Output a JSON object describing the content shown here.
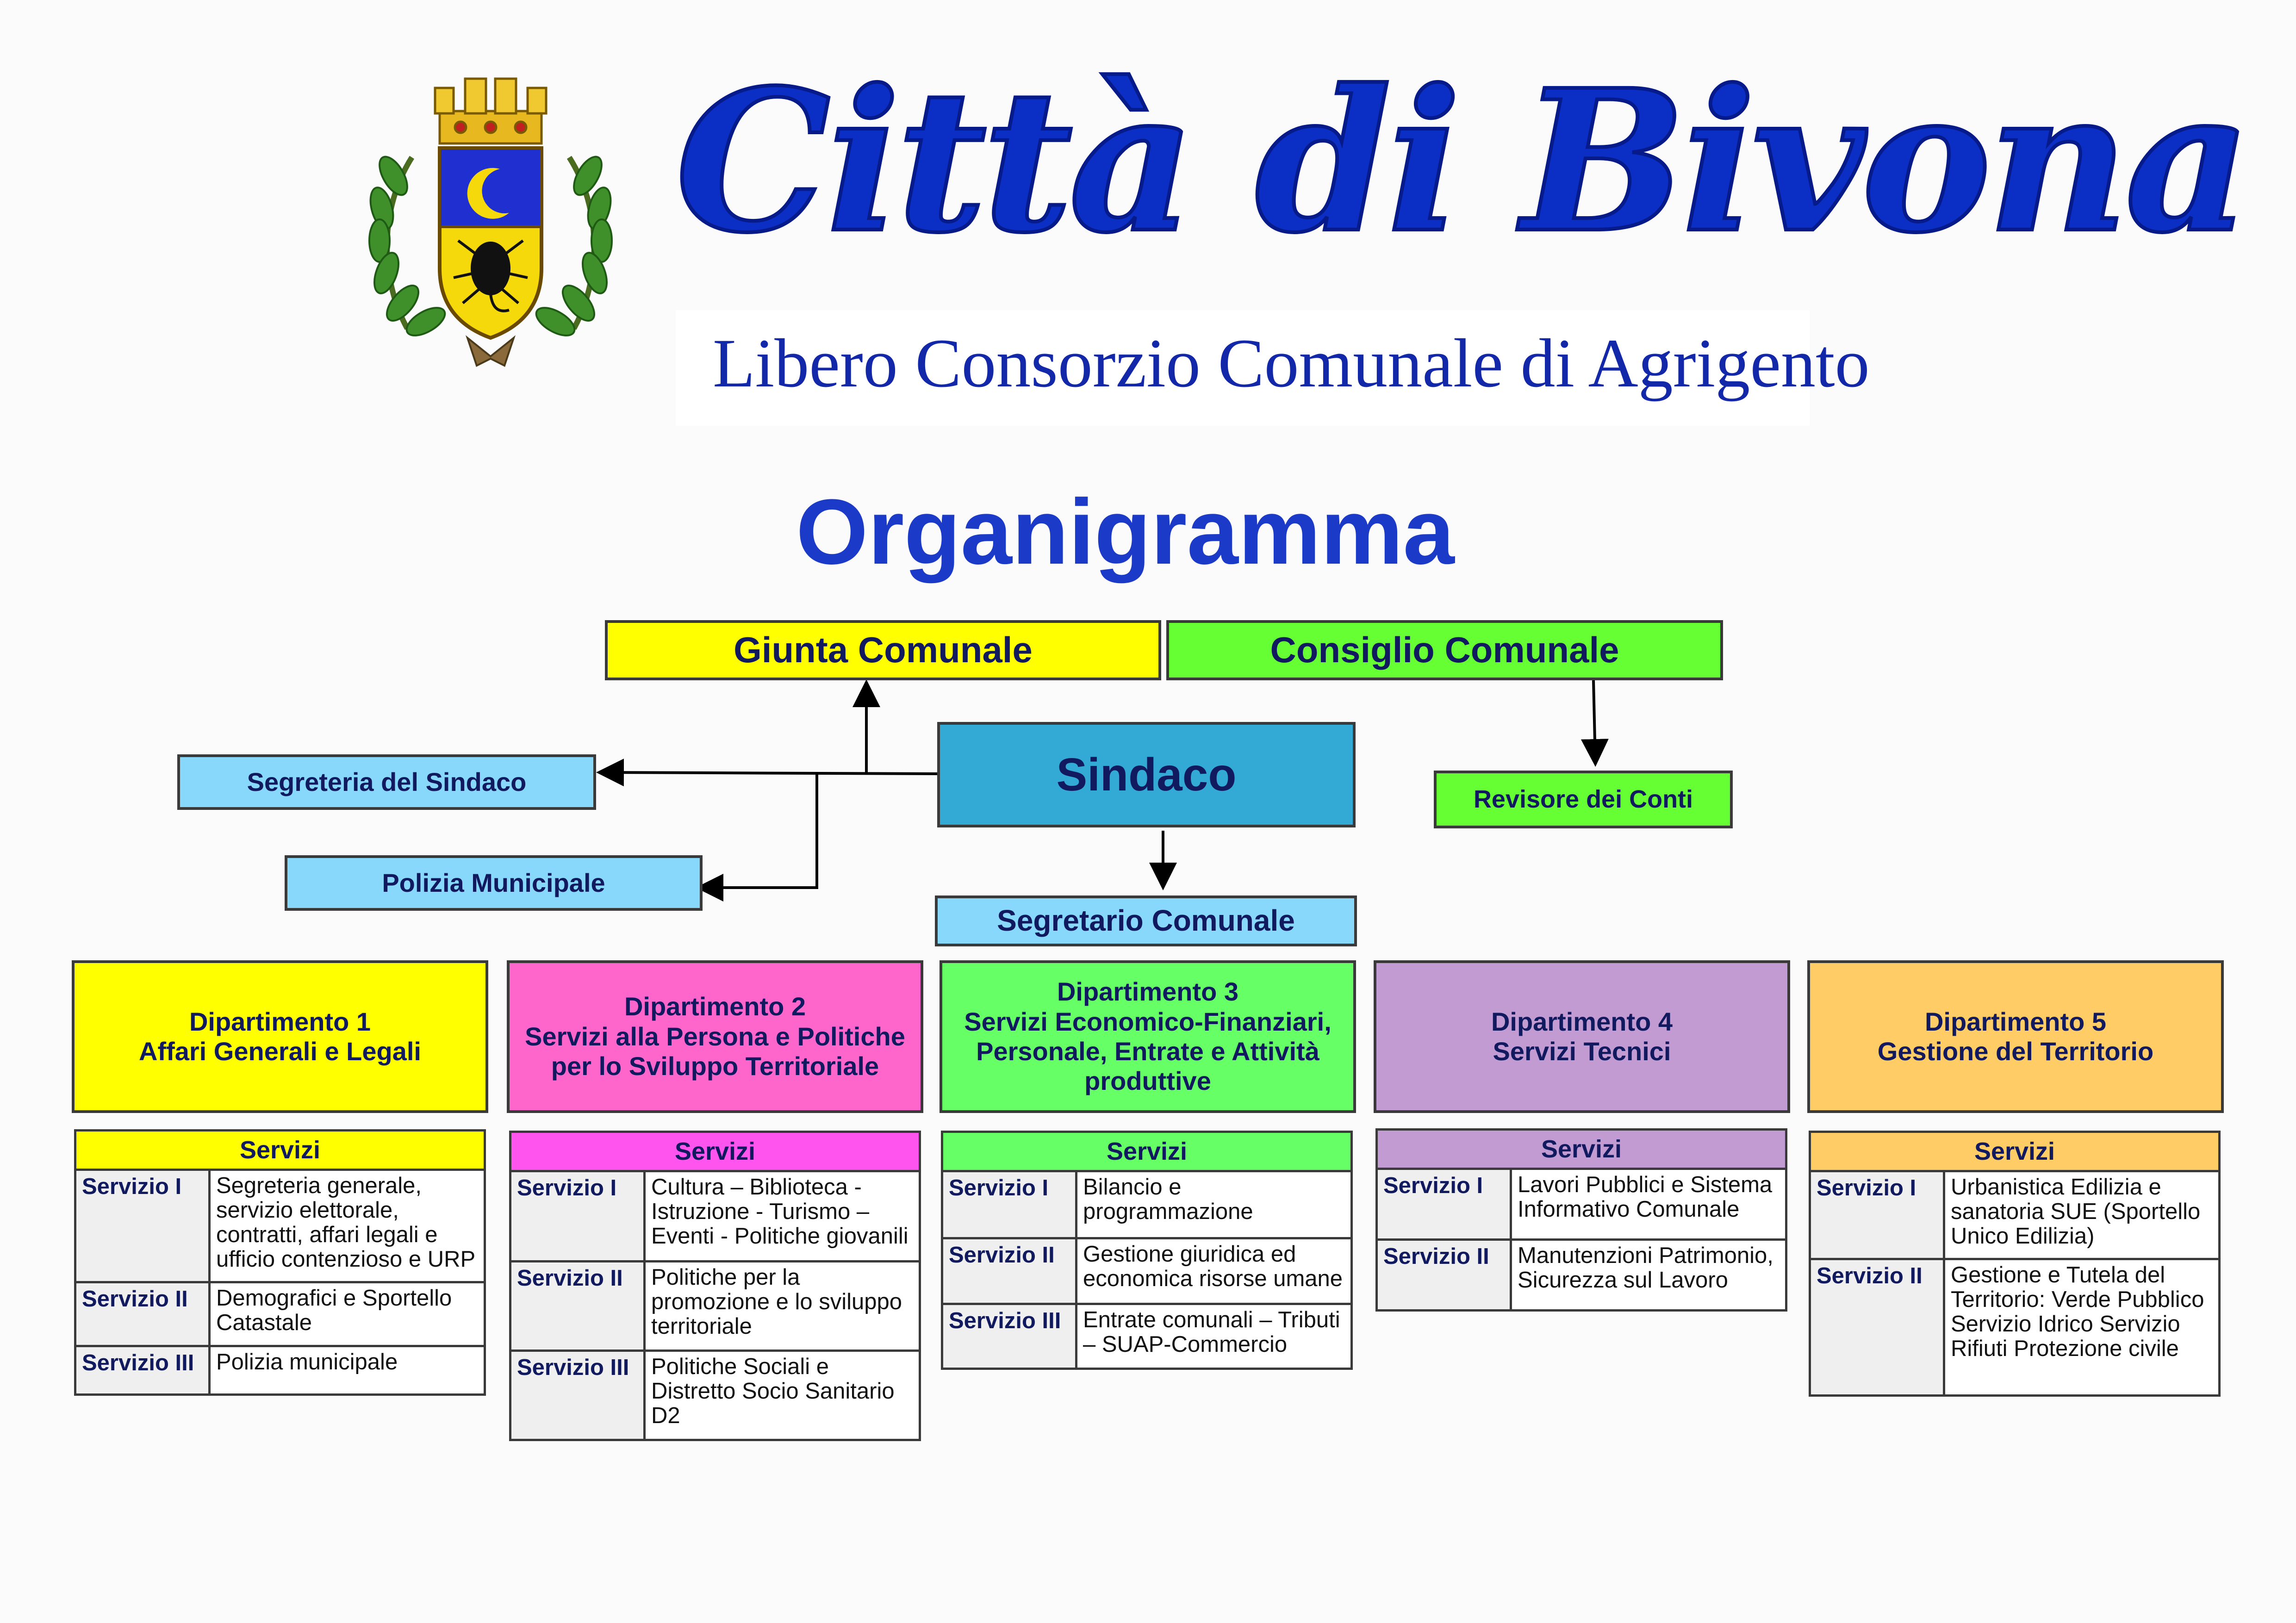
{
  "header": {
    "city_title": "Città di Bivona",
    "subtitle": "Libero Consorzio Comunale di Agrigento"
  },
  "page_title": "Organigramma",
  "org": {
    "giunta": "Giunta Comunale",
    "consiglio": "Consiglio Comunale",
    "sindaco": "Sindaco",
    "segreteria_sindaco": "Segreteria del Sindaco",
    "polizia": "Polizia Municipale",
    "revisore": "Revisore dei Conti",
    "segretario": "Segretario Comunale"
  },
  "departments": [
    {
      "title": "Dipartimento 1",
      "subtitle": "Affari Generali e Legali",
      "color": "#ffff00",
      "services_header": "Servizi",
      "header_color": "#ffff00",
      "services": [
        {
          "name": "Servizio I",
          "desc": "Segreteria generale, servizio elettorale, contratti, affari legali e ufficio contenzioso e URP"
        },
        {
          "name": "Servizio II",
          "desc": "Demografici e Sportello Catastale"
        },
        {
          "name": "Servizio III",
          "desc": "Polizia municipale"
        }
      ]
    },
    {
      "title": "Dipartimento 2",
      "subtitle": "Servizi alla Persona e Politiche per lo Sviluppo Territoriale",
      "color": "#ff66cc",
      "services_header": "Servizi",
      "header_color": "#ff55ee",
      "services": [
        {
          "name": "Servizio I",
          "desc": "Cultura – Biblioteca - Istruzione - Turismo – Eventi - Politiche giovanili"
        },
        {
          "name": "Servizio II",
          "desc": "Politiche per la promozione e lo sviluppo territoriale"
        },
        {
          "name": "Servizio III",
          "desc": "Politiche Sociali e Distretto Socio Sanitario D2"
        }
      ]
    },
    {
      "title": "Dipartimento 3",
      "subtitle": "Servizi Economico-Finanziari, Personale, Entrate e Attività produttive",
      "color": "#66ff66",
      "services_header": "Servizi",
      "header_color": "#66ff66",
      "services": [
        {
          "name": "Servizio I",
          "desc": "Bilancio e programmazione"
        },
        {
          "name": "Servizio II",
          "desc": "Gestione giuridica ed economica risorse umane"
        },
        {
          "name": "Servizio III",
          "desc": "Entrate comunali – Tributi – SUAP-Commercio"
        }
      ]
    },
    {
      "title": "Dipartimento 4",
      "subtitle": "Servizi Tecnici",
      "color": "#c39bd3",
      "services_header": "Servizi",
      "header_color": "#c39bd3",
      "services": [
        {
          "name": "Servizio I",
          "desc": "Lavori Pubblici e Sistema Informativo Comunale"
        },
        {
          "name": "Servizio II",
          "desc": "Manutenzioni Patrimonio, Sicurezza sul Lavoro"
        }
      ]
    },
    {
      "title": "Dipartimento 5",
      "subtitle": "Gestione del Territorio",
      "color": "#ffcc66",
      "services_header": "Servizi",
      "header_color": "#ffcc66",
      "services": [
        {
          "name": "Servizio I",
          "desc": "Urbanistica  Edilizia e sanatoria  SUE (Sportello Unico Edilizia)"
        },
        {
          "name": "Servizio II",
          "desc": "Gestione e Tutela del Territorio: Verde Pubblico Servizio Idrico Servizio Rifiuti Protezione civile"
        }
      ]
    }
  ],
  "colors": {
    "giunta": "#ffff00",
    "consiglio": "#66ff33",
    "sindaco": "#33aad6",
    "light_blue": "#88d8fb",
    "revisore": "#66ff33",
    "title_blue": "#1b3ac7"
  },
  "icons": {
    "coat_of_arms": "coat-of-arms-emblem"
  }
}
